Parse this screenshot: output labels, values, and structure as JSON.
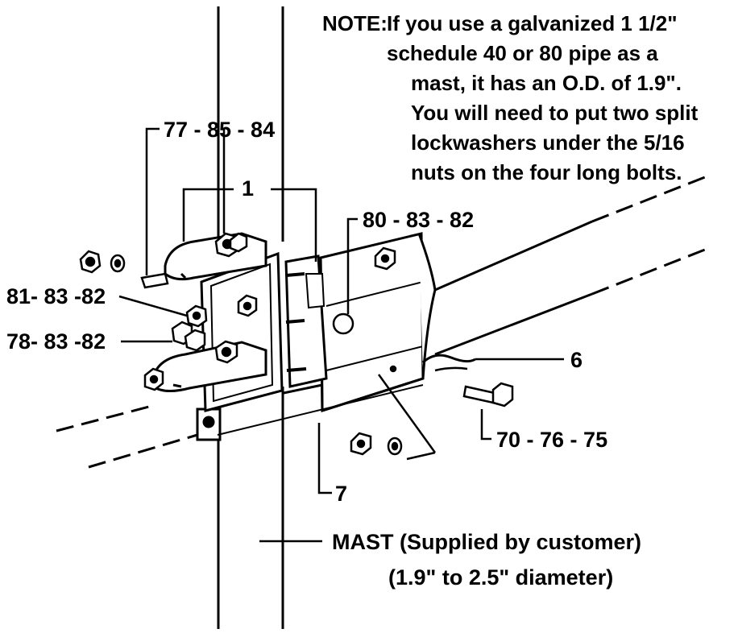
{
  "note": {
    "prefix": "NOTE:",
    "lines": [
      "If you use a galvanized 1 1/2\"",
      "schedule 40 or 80 pipe as a",
      "mast, it has an O.D. of 1.9\".",
      "You will need to put two split",
      "lockwashers under the 5/16",
      "nuts on the four long bolts."
    ]
  },
  "callouts": {
    "c77": "77 - 85 - 84",
    "c1": "1",
    "c80": "80 - 83 - 82",
    "c81": "81- 83 -82",
    "c78": "78- 83 -82",
    "c6": "6",
    "c70": "70 - 76 - 75",
    "c7": "7"
  },
  "mast": {
    "title": "MAST (Supplied by customer)",
    "range": "(1.9\" to 2.5\" diameter)"
  },
  "colors": {
    "ink": "#000000",
    "paper": "#ffffff"
  }
}
